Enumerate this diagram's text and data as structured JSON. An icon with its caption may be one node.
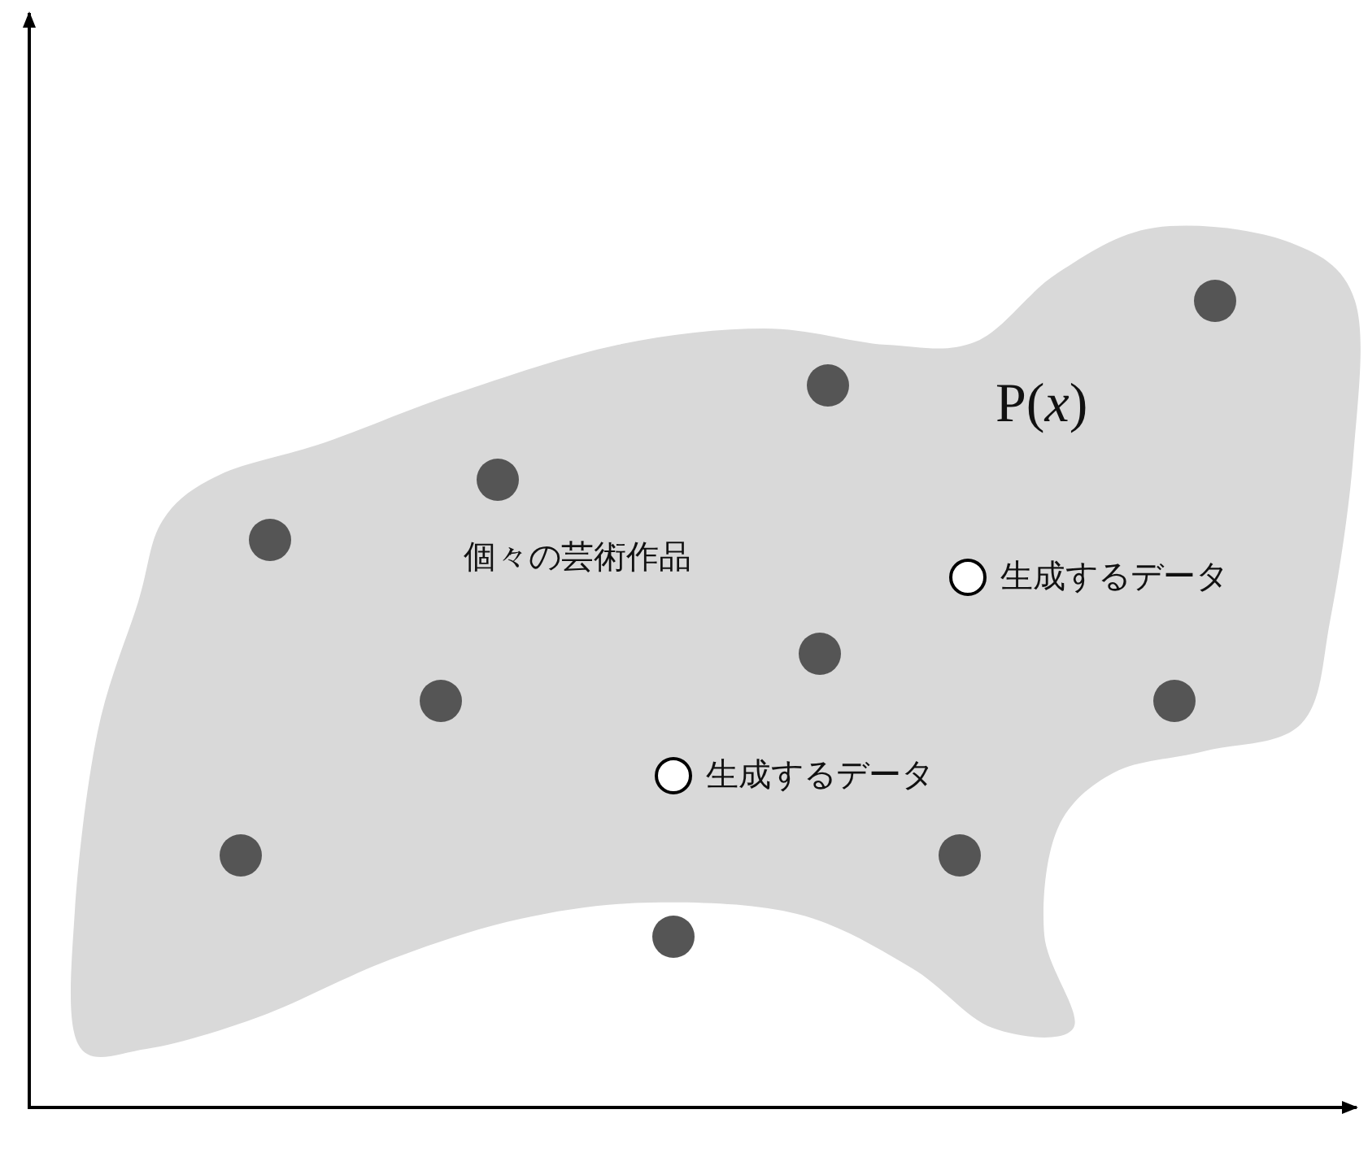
{
  "diagram": {
    "nodes": [
      {
        "text": [
          "P(*x*)",
          "個々の芸術作品"
        ]
      },
      {
        "text": [],
        "shape": "circle",
        "in": 0
      },
      {
        "text": [],
        "shape": "circle",
        "in": 0
      },
      {
        "text": [],
        "shape": "circle",
        "in": 0
      },
      {
        "text": [],
        "shape": "circle",
        "in": 0
      },
      {
        "text": [],
        "shape": "circle",
        "in": 0,
        "beside": [
          "生成するデータ"
        ]
      },
      {
        "text": [],
        "shape": "circle",
        "in": 0
      },
      {
        "text": [],
        "shape": "circle",
        "in": 0
      },
      {
        "text": [],
        "shape": "circle",
        "in": 0
      },
      {
        "text": [],
        "shape": "circle",
        "in": 0,
        "beside": [
          "生成するデータ"
        ]
      },
      {
        "text": [],
        "shape": "circle",
        "in": 0
      },
      {
        "text": [],
        "shape": "circle",
        "in": 0
      },
      {
        "text": [],
        "shape": "circle",
        "in": 0
      }
    ]
  }
}
